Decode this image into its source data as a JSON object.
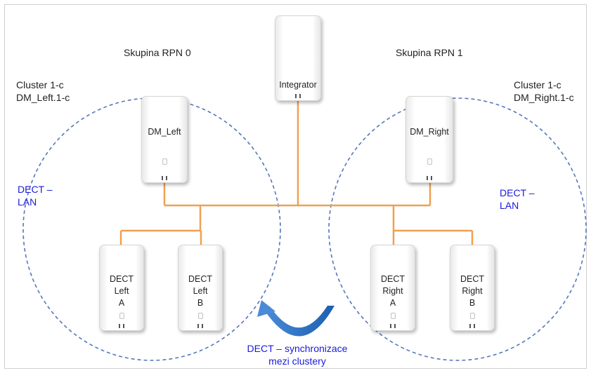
{
  "groups": {
    "left_title": "Skupina RPN 0",
    "right_title": "Skupina RPN 1"
  },
  "clusters": {
    "left_label": "Cluster 1-c\nDM_Left.1-c",
    "right_label": "Cluster 1-c\nDM_Right.1-c",
    "left_dect_lan": "DECT –\nLAN",
    "right_dect_lan": "DECT –\nLAN"
  },
  "devices": {
    "integrator": "Integrator",
    "dm_left": "DM_Left",
    "dm_right": "DM_Right",
    "dect_left_a": "DECT\nLeft\nA",
    "dect_left_b": "DECT\nLeft\nB",
    "dect_right_a": "DECT\nRight\nA",
    "dect_right_b": "DECT\nRight\nB"
  },
  "sync_label": "DECT – synchronizace\nmezi clustery",
  "colors": {
    "wire": "#f0a050",
    "cluster_outline": "#5577bb",
    "sync_arrow": "#1b5fb0",
    "dect_text": "#1a1adb"
  }
}
